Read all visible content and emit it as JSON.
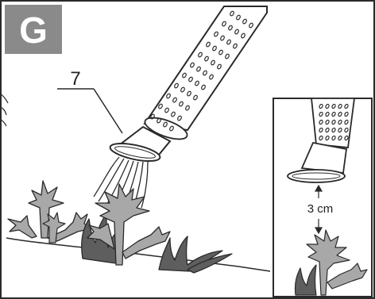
{
  "step_label": "G",
  "callout_number": "7",
  "distance_label": "3 cm",
  "colors": {
    "badge": "#8a8a8a",
    "outline": "#2a2a2a",
    "plant_dark": "#5e5e5e",
    "plant_light": "#a8a8a8",
    "background": "#ffffff"
  }
}
